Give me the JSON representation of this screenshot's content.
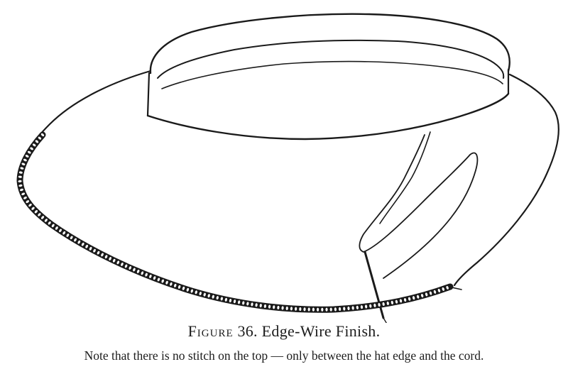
{
  "figure": {
    "label_word": "Figure",
    "number": "36.",
    "title": "Edge-Wire Finish.",
    "note": "Note that there is no stitch on the top — only between the hat edge and the cord."
  },
  "colors": {
    "ink": "#1a1a1a",
    "paper": "#ffffff"
  }
}
